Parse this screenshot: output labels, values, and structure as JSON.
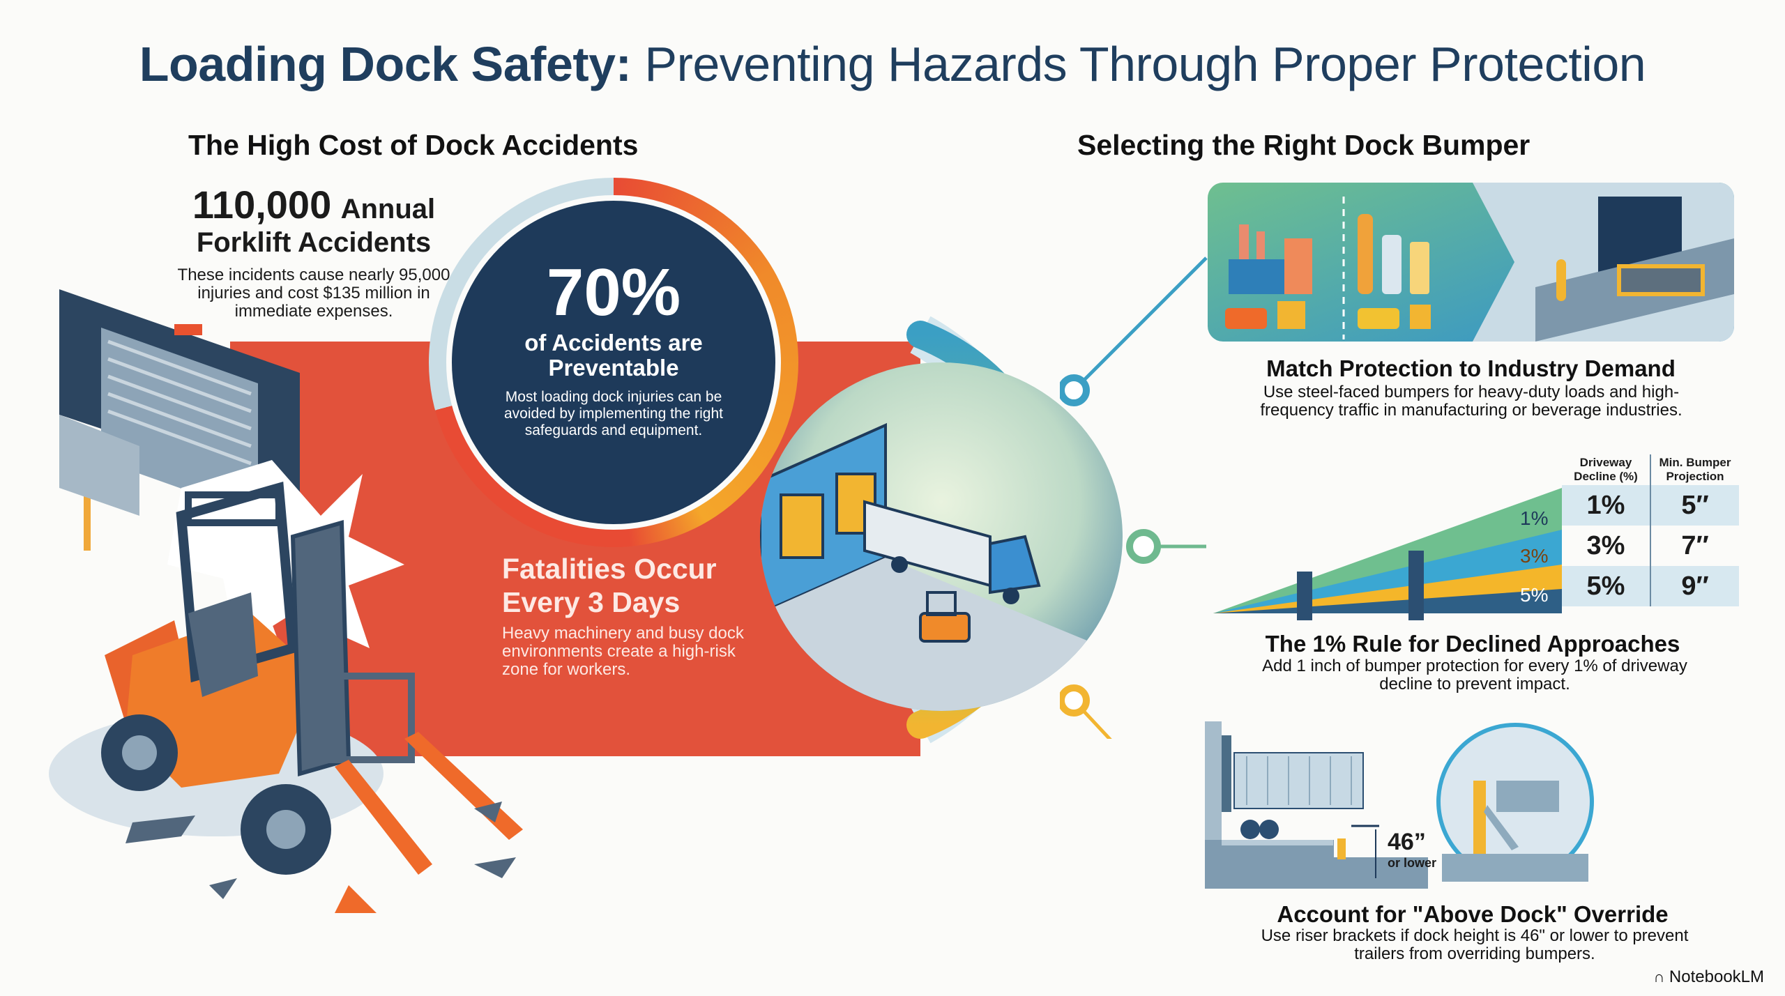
{
  "header": {
    "title_bold": "Loading Dock Safety:",
    "title_regular": "Preventing Hazards Through Proper Protection"
  },
  "left": {
    "heading": "The High Cost of Dock Accidents",
    "stat1": {
      "number": "110,000",
      "label_line1": "Annual",
      "label_line2": "Forklift Accidents",
      "description": "These incidents cause nearly 95,000 injuries and cost $135 million in immediate expenses."
    },
    "stat2": {
      "percent": "70%",
      "label": "of Accidents are Preventable",
      "description": "Most loading dock injuries can be avoided by implementing the right safeguards and equipment."
    },
    "stat3": {
      "heading": "Fatalities Occur Every 3 Days",
      "description": "Heavy machinery and busy dock environments create a high-risk zone for workers."
    },
    "illustration": "forklift-crash-illustration"
  },
  "center": {
    "illustration": "loading-dock-truck-forklift-illustration",
    "connectors": [
      {
        "color": "#3b9fc4",
        "target": "industry-demand"
      },
      {
        "color": "#6fb98f",
        "target": "one-percent-rule"
      },
      {
        "color": "#f2b531",
        "target": "above-dock-override"
      }
    ]
  },
  "right": {
    "heading": "Selecting the Right Dock Bumper",
    "card1": {
      "title": "Match Protection to Industry Demand",
      "description": "Use steel-faced bumpers for heavy-duty loads and high-frequency traffic in manufacturing or beverage industries.",
      "icons": [
        "factory-icon",
        "beverage-icon",
        "forklift-boxes-icon",
        "forklift-pallet-icon",
        "steel-bumper-illustration"
      ]
    },
    "card2": {
      "title": "The 1% Rule for Declined Approaches",
      "description": "Add 1 inch of bumper protection for every 1% of driveway decline to prevent impact.",
      "ramp_labels": [
        "1%",
        "3%",
        "5%"
      ],
      "table": {
        "headers": [
          "Driveway Decline (%)",
          "Min. Bumper Projection"
        ],
        "rows": [
          [
            "1%",
            "5″"
          ],
          [
            "3%",
            "7″"
          ],
          [
            "5%",
            "9″"
          ]
        ]
      }
    },
    "card3": {
      "title": "Account for \"Above Dock\" Override",
      "description": "Use riser brackets if dock height is 46\" or lower to prevent trailers from overriding bumpers.",
      "height_value": "46”",
      "height_note": "or lower"
    }
  },
  "chart_data": {
    "type": "table",
    "title": "The 1% Rule for Declined Approaches",
    "columns": [
      "Driveway Decline (%)",
      "Min. Bumper Projection"
    ],
    "rows": [
      [
        "1%",
        "5\""
      ],
      [
        "3%",
        "7\""
      ],
      [
        "5%",
        "9\""
      ]
    ],
    "stats": {
      "annual_forklift_accidents": 110000,
      "injuries": 95000,
      "cost_million_usd": 135,
      "preventable_pct": 70,
      "fatality_every_days": 3,
      "dock_height_threshold_in": 46
    }
  },
  "footer": {
    "brand": "NotebookLM"
  },
  "colors": {
    "title": "#1f3e5e",
    "banner_red": "#e2523b",
    "navy": "#1e3a5a",
    "orange": "#f08a2a",
    "yellow": "#f4a62a",
    "teal": "#3da7d2",
    "green": "#6fb98f"
  }
}
